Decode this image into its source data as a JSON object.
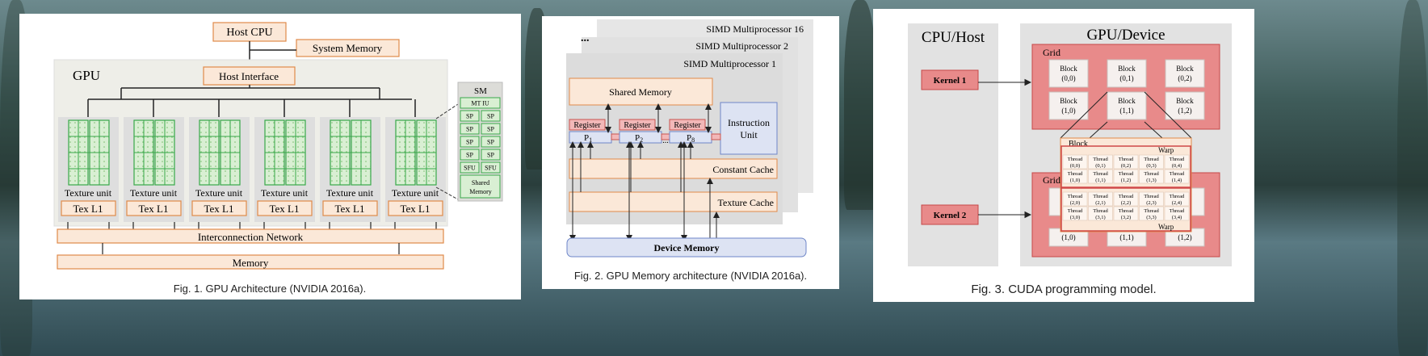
{
  "fig1": {
    "caption": "Fig. 1.  GPU Architecture (NVIDIA 2016a).",
    "host_cpu": "Host CPU",
    "system_memory": "System Memory",
    "gpu": "GPU",
    "host_interface": "Host Interface",
    "texture_unit": "Texture unit",
    "tex_l1": "Tex L1",
    "interconnect": "Interconnection Network",
    "memory": "Memory",
    "sm": "SM",
    "mt_iu": "MT IU",
    "sp": "SP",
    "sfu": "SFU",
    "shared_memory_1": "Shared",
    "shared_memory_2": "Memory"
  },
  "fig2": {
    "caption": "Fig. 2.  GPU Memory architecture (NVIDIA 2016a).",
    "simd16": "SIMD Multiprocessor 16",
    "simd2": "SIMD Multiprocessor 2",
    "simd1": "SIMD Multiprocessor 1",
    "shared_memory": "Shared Memory",
    "register": "Register",
    "p1": "P",
    "p1_sub": "1",
    "p2": "P",
    "p2_sub": "2",
    "pm": "P",
    "pm_sub": "8",
    "ellipsis": "...",
    "instruction_1": "Instruction",
    "instruction_2": "Unit",
    "constant_cache": "Constant Cache",
    "texture_cache": "Texture Cache",
    "device_memory": "Device Memory"
  },
  "fig3": {
    "caption": "Fig. 3.  CUDA programming model.",
    "cpu_host": "CPU/Host",
    "gpu_device": "GPU/Device",
    "grid": "Grid",
    "grid2": "Grid",
    "kernel1": "Kernel 1",
    "kernel2": "Kernel 2",
    "block_word": "Block",
    "blocks_top": [
      "(0,0)",
      "(0,1)",
      "(0,2)",
      "(1,0)",
      "(1,1)",
      "(1,2)"
    ],
    "blocks_bottom": [
      "(1,0)",
      "(1,1)",
      "(1,2)"
    ],
    "zoom_block": "Block",
    "warp": "Warp",
    "thread_word": "Thread",
    "threads": [
      [
        "(0,0)",
        "(0,1)",
        "(0,2)",
        "(0,3)",
        "(0,4)"
      ],
      [
        "(1,0)",
        "(1,1)",
        "(1,2)",
        "(1,3)",
        "(1,4)"
      ],
      [
        "(2,0)",
        "(2,1)",
        "(2,2)",
        "(2,3)",
        "(2,4)"
      ],
      [
        "(3,0)",
        "(3,1)",
        "(3,2)",
        "(3,3)",
        "(3,4)"
      ]
    ]
  }
}
